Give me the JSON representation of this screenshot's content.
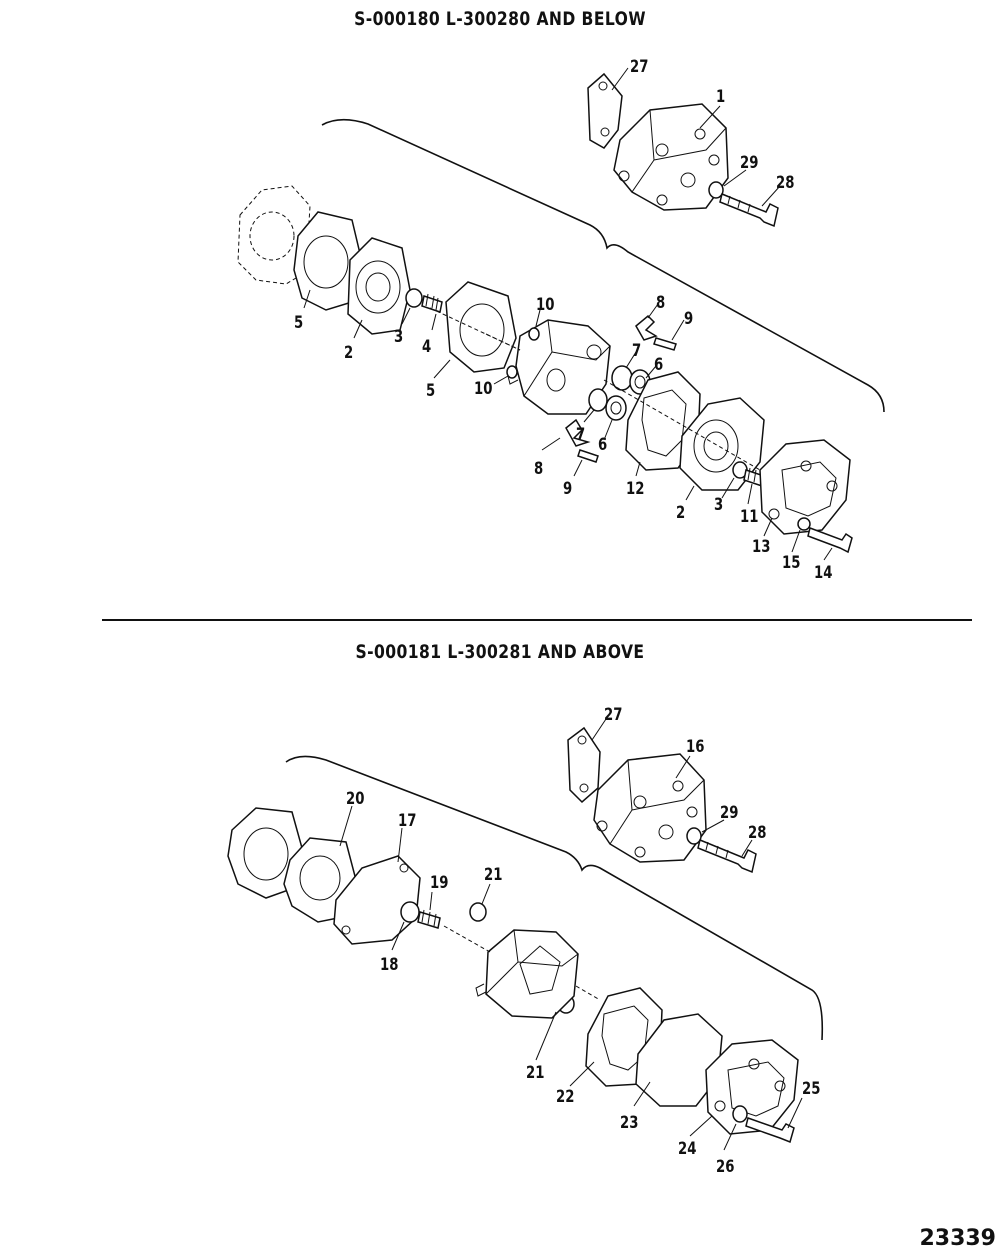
{
  "headers": {
    "top": "S-000180   L-300280 AND BELOW",
    "bottom": "S-000181   L-300281 AND ABOVE"
  },
  "figure_number": "23339",
  "callouts_top": [
    "27",
    "1",
    "29",
    "28",
    "5",
    "2",
    "3",
    "4",
    "5",
    "10",
    "10",
    "8",
    "9",
    "7",
    "6",
    "7",
    "6",
    "8",
    "9",
    "12",
    "2",
    "3",
    "11",
    "13",
    "15",
    "14"
  ],
  "callouts_bottom": [
    "27",
    "16",
    "29",
    "28",
    "20",
    "17",
    "19",
    "21",
    "18",
    "21",
    "22",
    "23",
    "24",
    "26",
    "25"
  ]
}
